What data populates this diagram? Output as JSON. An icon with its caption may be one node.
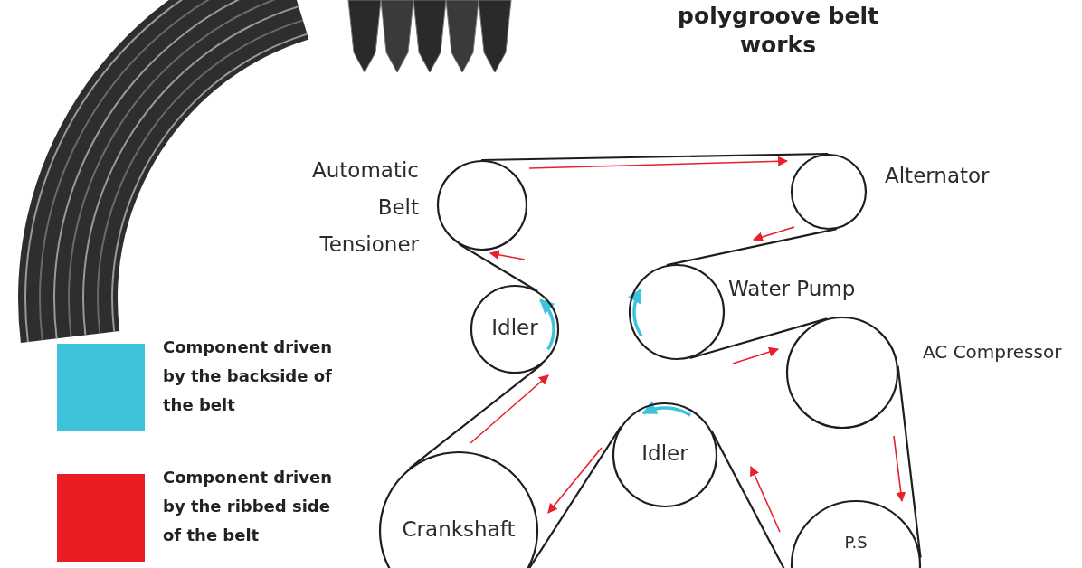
{
  "diagram": {
    "title": "polygroove belt works",
    "nodes": [
      {
        "text": [
          "Automatic Belt Tensioner"
        ]
      },
      {
        "text": [
          "Alternator"
        ]
      },
      {
        "text": [
          "Idler"
        ]
      },
      {
        "text": [
          "Water Pump"
        ]
      },
      {
        "text": [
          "AC Compressor"
        ]
      },
      {
        "text": [
          "Idler"
        ]
      },
      {
        "text": [
          "Crankshaft"
        ]
      },
      {
        "text": [
          "P.S"
        ]
      }
    ],
    "edges": [
      {
        "from": 0,
        "to": 1,
        "arrow": "none"
      },
      {
        "from": 1,
        "to": 3,
        "arrow": "none"
      },
      {
        "from": 3,
        "to": 4,
        "arrow": "none"
      },
      {
        "from": 4,
        "to": 7,
        "arrow": "none"
      },
      {
        "from": 7,
        "to": 5,
        "arrow": "none"
      },
      {
        "from": 5,
        "to": 6,
        "arrow": "none"
      },
      {
        "from": 6,
        "to": 2,
        "arrow": "none"
      },
      {
        "from": 2,
        "to": 0,
        "arrow": "none"
      }
    ],
    "legend": [
      {
        "text": "Component driven by the backside of the belt",
        "color": "#3ec3dd"
      },
      {
        "text": "Component driven by the ribbed side of the belt",
        "color": "#ec1c24"
      }
    ]
  }
}
